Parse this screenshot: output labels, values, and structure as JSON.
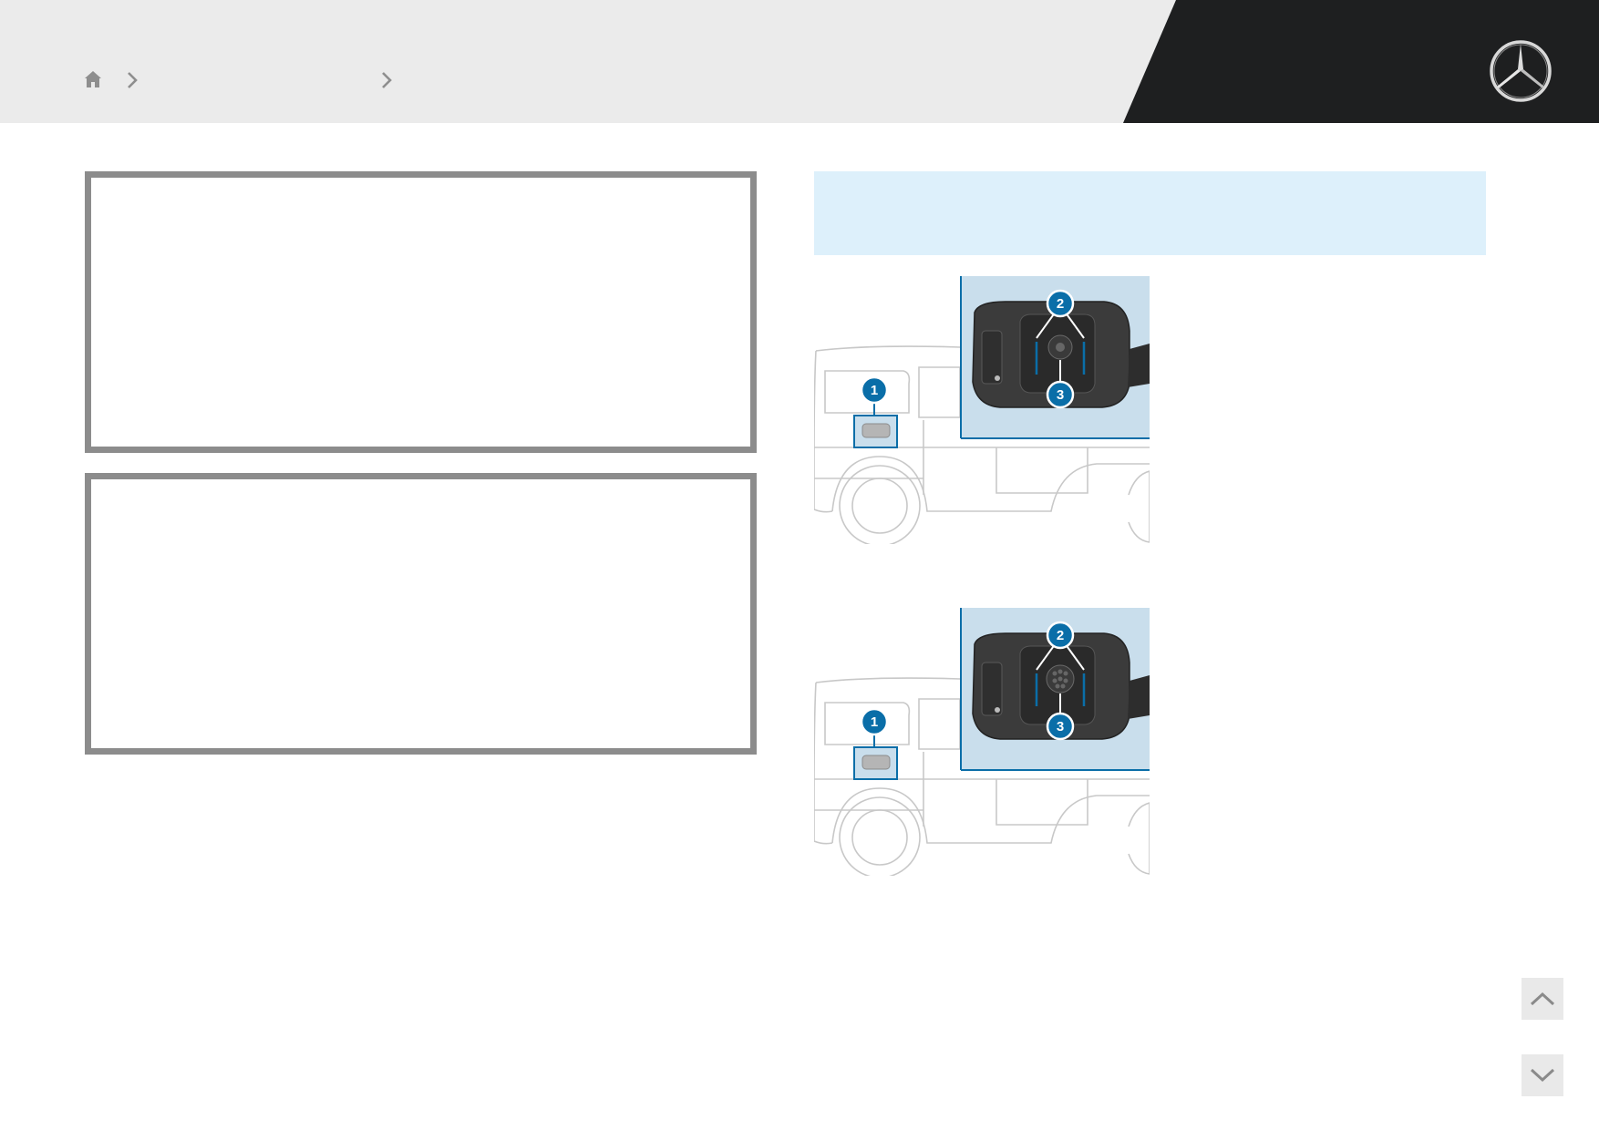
{
  "header": {
    "breadcrumb": [
      "home-icon",
      "chevron-right-icon",
      "chevron-right-icon"
    ],
    "logo": "mercedes-star-icon"
  },
  "colors": {
    "header_bg": "#ebebeb",
    "header_dark": "#1e1f20",
    "panel_border": "#8c8c8c",
    "notice_bg": "#ddf0fb",
    "accent": "#0a6ea8",
    "inset_bg": "#c9deec"
  },
  "figures": [
    {
      "callouts": [
        "1",
        "2",
        "3"
      ]
    },
    {
      "callouts": [
        "1",
        "2",
        "3"
      ]
    }
  ],
  "navigation": {
    "up_icon": "chevron-up-icon",
    "down_icon": "chevron-down-icon"
  }
}
